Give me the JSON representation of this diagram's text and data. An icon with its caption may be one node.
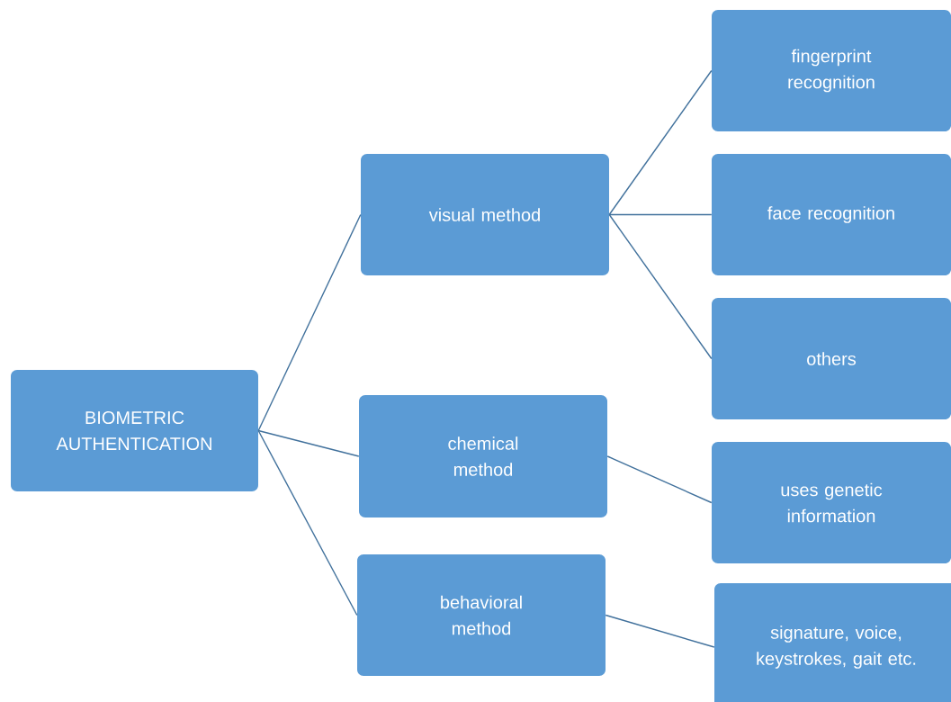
{
  "diagram": {
    "nodes": [
      {
        "text": [
          "BIOMETRIC AUTHENTICATION"
        ]
      },
      {
        "text": [
          "visual method"
        ]
      },
      {
        "text": [
          "chemical method"
        ]
      },
      {
        "text": [
          "behavioral method"
        ]
      },
      {
        "text": [
          "fingerprint recognition"
        ]
      },
      {
        "text": [
          "face recognition"
        ]
      },
      {
        "text": [
          "others"
        ]
      },
      {
        "text": [
          "uses genetic information"
        ]
      },
      {
        "text": [
          "signature, voice, keystrokes, gait etc."
        ]
      }
    ],
    "edges": [
      {
        "from": 0,
        "to": 1,
        "arrow": "none"
      },
      {
        "from": 0,
        "to": 2,
        "arrow": "none"
      },
      {
        "from": 0,
        "to": 3,
        "arrow": "none"
      },
      {
        "from": 1,
        "to": 4,
        "arrow": "none"
      },
      {
        "from": 1,
        "to": 5,
        "arrow": "none"
      },
      {
        "from": 1,
        "to": 6,
        "arrow": "none"
      },
      {
        "from": 2,
        "to": 7,
        "arrow": "none"
      },
      {
        "from": 3,
        "to": 8,
        "arrow": "none"
      }
    ]
  }
}
